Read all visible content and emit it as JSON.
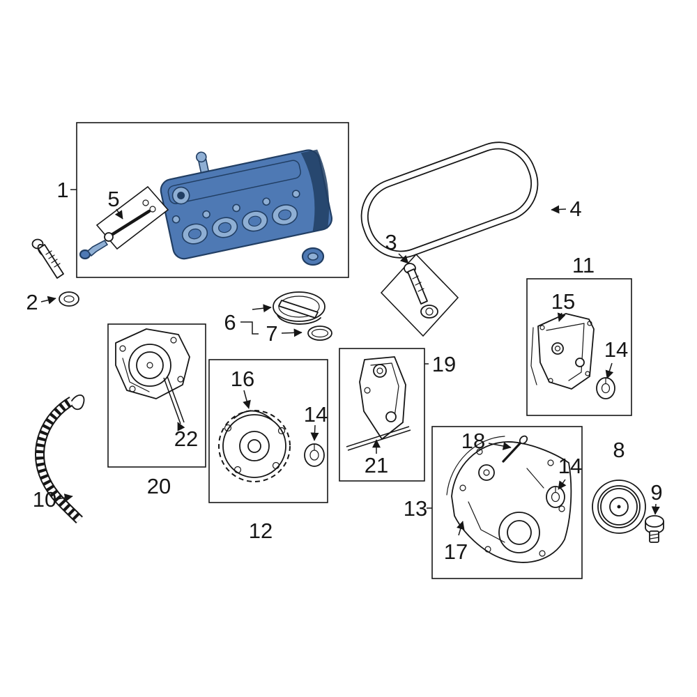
{
  "page": {
    "colors": {
      "background": "#ffffff",
      "line": "#161616",
      "highlight": "#4e79b4",
      "highlight-dark": "#213e63",
      "highlight-light": "#8fafd4"
    }
  },
  "labels": {
    "n1": "1",
    "n2": "2",
    "n3": "3",
    "n4": "4",
    "n5": "5",
    "n6": "6",
    "n7": "7",
    "n8": "8",
    "n9": "9",
    "n10": "10",
    "n11": "11",
    "n12": "12",
    "n13": "13",
    "n14_a": "14",
    "n14_b": "14",
    "n14_c": "14",
    "n15": "15",
    "n16": "16",
    "n17": "17",
    "n18": "18",
    "n19": "19",
    "n20": "20",
    "n21": "21",
    "n22": "22"
  }
}
